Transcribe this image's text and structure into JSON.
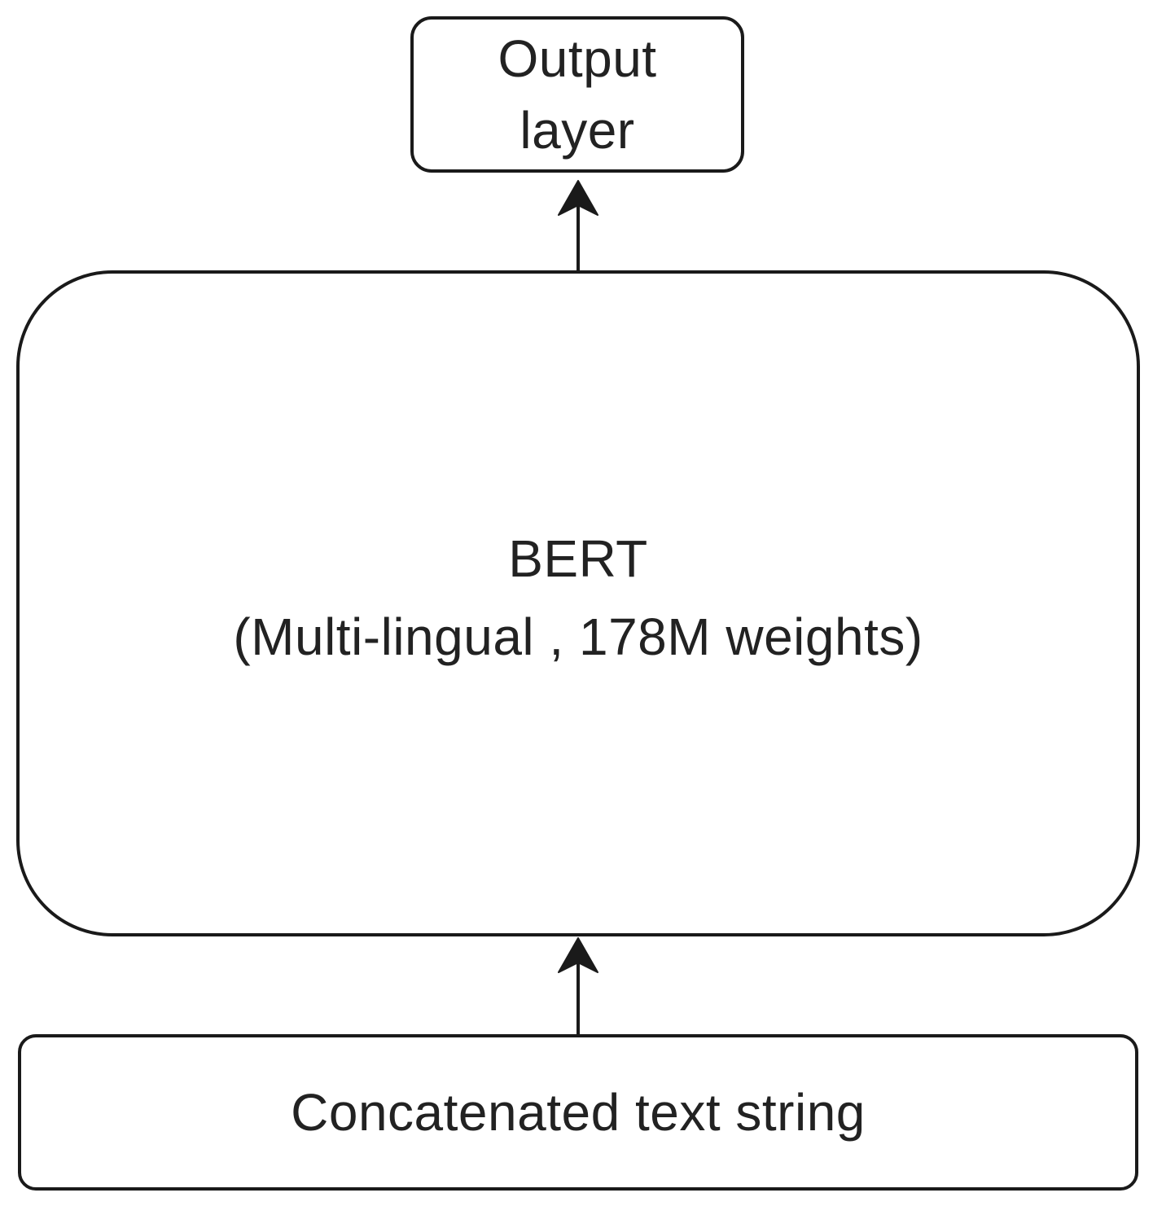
{
  "diagram": {
    "nodes": {
      "output": {
        "lines": [
          "Output",
          "layer"
        ]
      },
      "bert": {
        "title": "BERT",
        "subtitle": "(Multi-lingual , 178M weights)"
      },
      "input": {
        "label": "Concatenated text string"
      }
    },
    "edges": [
      {
        "from": "input",
        "to": "bert"
      },
      {
        "from": "bert",
        "to": "output"
      }
    ],
    "colors": {
      "stroke": "#1a1a1a",
      "text": "#222222",
      "background": "#ffffff"
    }
  }
}
